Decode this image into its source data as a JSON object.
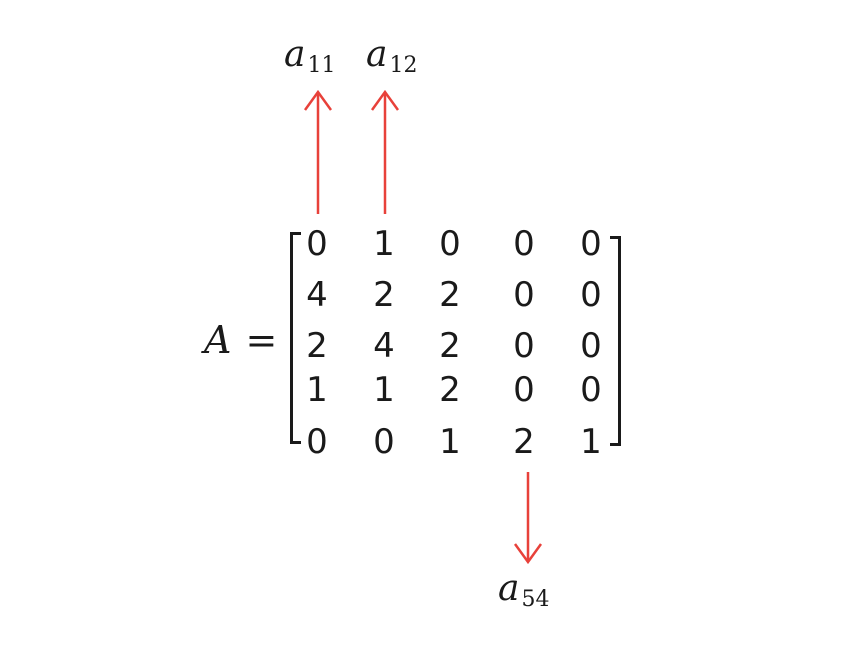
{
  "equation": {
    "variable": "A",
    "equals": "=",
    "matrix": [
      [
        "0",
        "1",
        "0",
        "0",
        "0"
      ],
      [
        "4",
        "2",
        "2",
        "0",
        "0"
      ],
      [
        "2",
        "4",
        "2",
        "0",
        "0"
      ],
      [
        "1",
        "1",
        "2",
        "0",
        "0"
      ],
      [
        "0",
        "0",
        "1",
        "2",
        "1"
      ]
    ]
  },
  "annotations": [
    {
      "base": "a",
      "subscript": "11",
      "target": "row 1, column 1",
      "direction": "up"
    },
    {
      "base": "a",
      "subscript": "12",
      "target": "row 1, column 2",
      "direction": "up"
    },
    {
      "base": "a",
      "subscript": "54",
      "target": "row 5, column 4",
      "direction": "down"
    }
  ],
  "colors": {
    "arrow": "#e8413a",
    "text": "#1a1a1a",
    "background": "#ffffff"
  }
}
